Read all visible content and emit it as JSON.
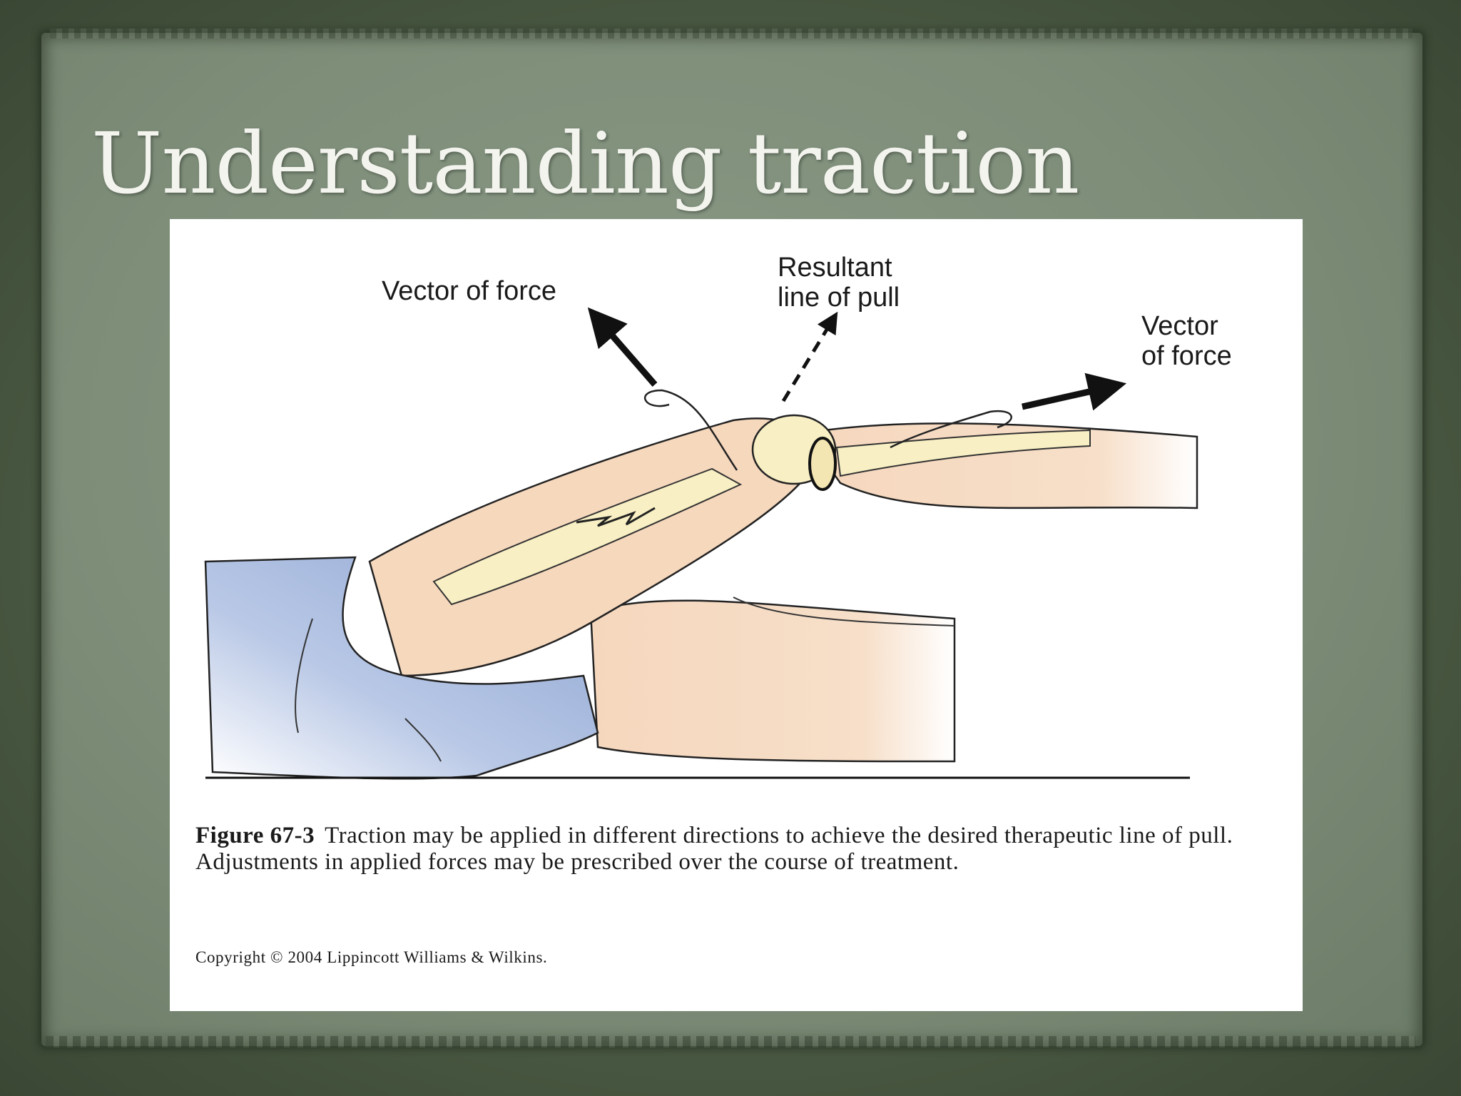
{
  "slide": {
    "title": "Understanding traction"
  },
  "figure": {
    "labels": {
      "vector_left": "Vector of force",
      "resultant_line1": "Resultant",
      "resultant_line2": "line of pull",
      "vector_right_line1": "Vector",
      "vector_right_line2": "of force"
    },
    "caption_label": "Figure 67-3",
    "caption_text": "Traction may be applied in different directions to achieve the desired therapeutic line of pull. Adjustments in applied forces may be prescribed over the course of treatment.",
    "copyright": "Copyright © 2004 Lippincott Williams & Wilkins."
  },
  "colors": {
    "frame": "#4f5f48",
    "paper": "#7d8d78",
    "skin": "#f6dcc2",
    "bone": "#f8efc4",
    "gown": "#98aed6"
  }
}
